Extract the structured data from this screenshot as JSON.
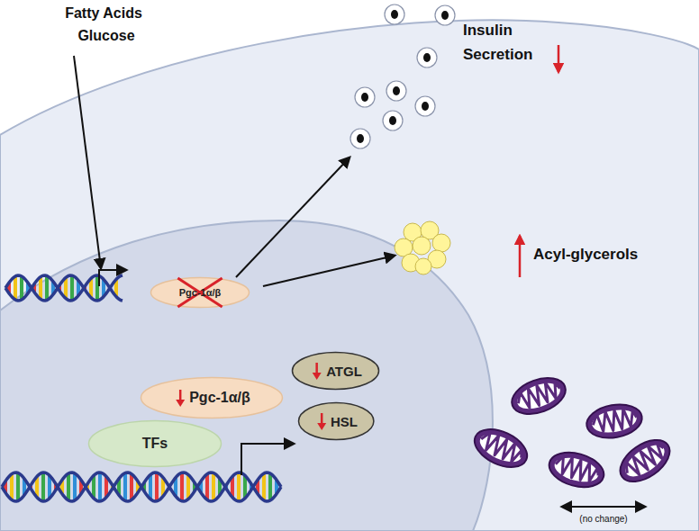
{
  "diagram": {
    "nodes": [
      {
        "text": [
          "Pgc-1α/β"
        ]
      },
      {
        "text": [
          "Pgc-1α/β"
        ]
      },
      {
        "text": [
          "TFs"
        ]
      },
      {
        "text": [
          "ATGL"
        ]
      },
      {
        "text": [
          "HSL"
        ]
      }
    ],
    "labels": [
      "Fatty Acids",
      "Glucose",
      "Insulin Secretion",
      "Acyl-glycerols",
      "(no change)"
    ]
  }
}
